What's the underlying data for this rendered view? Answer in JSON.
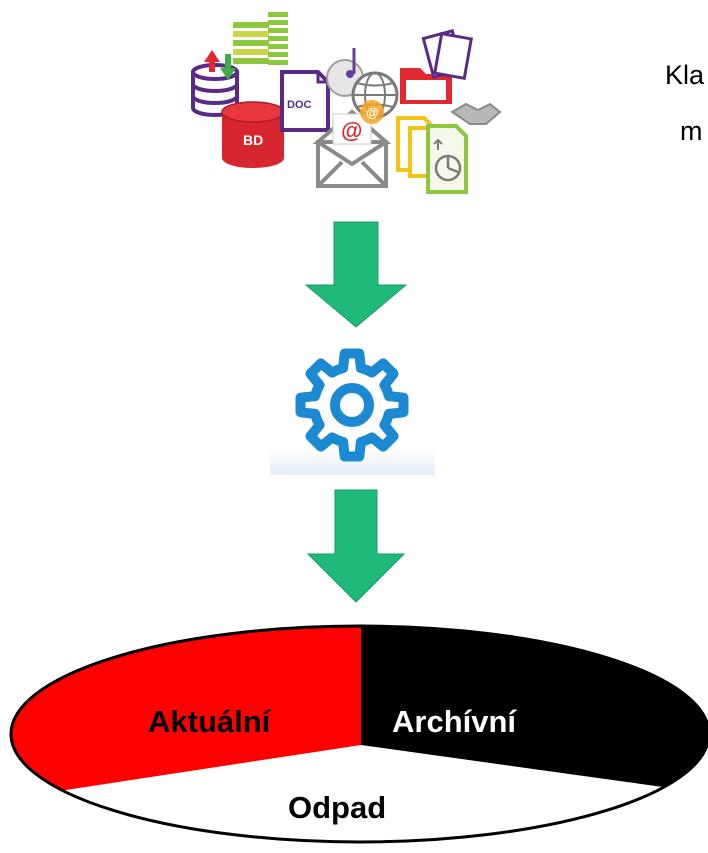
{
  "side_text": {
    "line1": "Kla",
    "line2": "m"
  },
  "icons": {
    "data_sources": "data-sources-collage-icon",
    "process": "gear-icon",
    "database_label": "BD",
    "document_label": "DOC"
  },
  "flow_arrows": {
    "color": "#1fb97a"
  },
  "classification": {
    "active_label": "Aktuální",
    "archive_label": "Archívní",
    "waste_label": "Odpad",
    "active_color": "#ff0000",
    "archive_color": "#000000",
    "waste_color": "#ffffff"
  }
}
